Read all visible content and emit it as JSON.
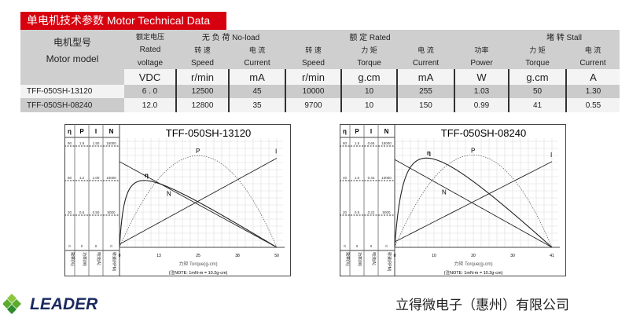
{
  "title": "单电机技术参数 Motor Technical Data",
  "table": {
    "model_header_cn": "电机型号",
    "model_header_en": "Motor model",
    "voltage_cn": "额定电压",
    "voltage_en1": "Rated",
    "voltage_en2": "voltage",
    "noload_group": "无 负 荷 No-load",
    "rated_group": "额 定 Rated",
    "stall_group": "堵 转 Stall",
    "sub_cn": [
      "转 速",
      "电 流",
      "转 速",
      "力 矩",
      "电 流",
      "功率",
      "力 矩",
      "电 流"
    ],
    "sub_en": [
      "Speed",
      "Current",
      "Speed",
      "Torque",
      "Current",
      "Power",
      "Torque",
      "Current"
    ],
    "units": [
      "VDC",
      "r/min",
      "mA",
      "r/min",
      "g.cm",
      "mA",
      "W",
      "g.cm",
      "A"
    ],
    "rows": [
      {
        "model": "TFF-050SH-13120",
        "values": [
          "6 . 0",
          "12500",
          "45",
          "10000",
          "10",
          "255",
          "1.03",
          "50",
          "1.30"
        ]
      },
      {
        "model": "TFF-050SH-08240",
        "values": [
          "12.0",
          "12800",
          "35",
          "9700",
          "10",
          "150",
          "0.99",
          "41",
          "0.55"
        ]
      }
    ]
  },
  "chart_data": [
    {
      "type": "line",
      "title": "TFF-050SH-13120",
      "xlabel": "力矩 Torque(g-cm)",
      "note": "(注NOTE: 1mN-m = 10.2g-cm)",
      "xticks": [
        "0",
        "13",
        "25",
        "38",
        "50"
      ],
      "xlim": [
        0,
        50
      ],
      "axis_headers": [
        "η",
        "P",
        "I",
        "N"
      ],
      "axis_labels": [
        "效率(%)",
        "功率(W)",
        "电流(A)",
        "转速(RPM)"
      ],
      "axis_ticks": [
        [
          "90",
          "60",
          "30",
          "0"
        ],
        [
          "1.8",
          "1.2",
          "0.6",
          "0"
        ],
        [
          "1.50",
          "1.00",
          "0.50",
          "0"
        ],
        [
          "15000",
          "10000",
          "5000",
          "0"
        ]
      ],
      "scales": {
        "eta": 90,
        "P": 1.8,
        "I": 1.5,
        "N": 15000
      },
      "motor": {
        "voltage": 6.0,
        "no_load_speed": 12500,
        "no_load_current": 0.045,
        "stall_torque": 50,
        "stall_current": 1.3
      },
      "series_labels": [
        "η",
        "P",
        "I",
        "N"
      ]
    },
    {
      "type": "line",
      "title": "TFF-050SH-08240",
      "xlabel": "力矩 Torque(g-cm)",
      "note": "(注NOTE: 1mN-m = 10.2g-cm)",
      "xticks": [
        "0",
        "10",
        "20",
        "30",
        "41"
      ],
      "xlim": [
        0,
        41
      ],
      "axis_headers": [
        "η",
        "P",
        "I",
        "N"
      ],
      "axis_labels": [
        "效率(%)",
        "功率(W)",
        "电流(A)",
        "转速(RPM)"
      ],
      "axis_ticks": [
        [
          "60",
          "40",
          "20",
          "0"
        ],
        [
          "1.5",
          "1.0",
          "0.5",
          "0"
        ],
        [
          "0.66",
          "0.44",
          "0.22",
          "0"
        ],
        [
          "15000",
          "10000",
          "5000",
          "0"
        ]
      ],
      "scales": {
        "eta": 60,
        "P": 1.5,
        "I": 0.66,
        "N": 15000
      },
      "motor": {
        "voltage": 12.0,
        "no_load_speed": 12800,
        "no_load_current": 0.035,
        "stall_torque": 41,
        "stall_current": 0.55
      },
      "series_labels": [
        "η",
        "P",
        "I",
        "N"
      ]
    }
  ],
  "footer": {
    "logo_text": "LEADER",
    "company": "立得微电子（惠州）有限公司",
    "colors": {
      "red": "#d7000f",
      "logo_green": "#5aab2e",
      "logo_navy": "#1a2a5e"
    }
  }
}
